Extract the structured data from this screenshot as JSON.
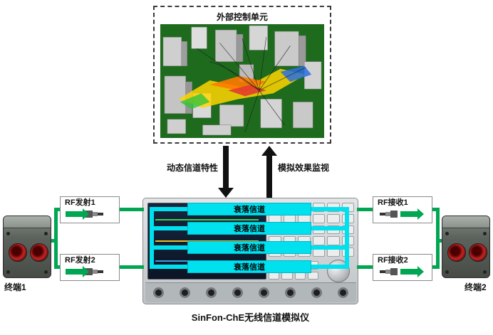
{
  "control_unit": {
    "title": "外部控制单元"
  },
  "links": {
    "down_arrow_label": "动态信道特性",
    "up_arrow_label": "模拟效果监视"
  },
  "emulator": {
    "caption": "SinFon-ChE无线信道模拟仪",
    "channels": [
      {
        "label": "衰落信道"
      },
      {
        "label": "衰落信道"
      },
      {
        "label": "衰落信道"
      },
      {
        "label": "衰落信道"
      }
    ]
  },
  "left_side": {
    "terminal_label": "终端1",
    "ports": [
      {
        "label": "RF发射1"
      },
      {
        "label": "RF发射2"
      }
    ]
  },
  "right_side": {
    "terminal_label": "终端2",
    "ports": [
      {
        "label": "RF接收1"
      },
      {
        "label": "RF接收2"
      }
    ]
  },
  "colors": {
    "channel_cyan": "#00E1F0",
    "link_green": "#00A651",
    "arrow_black": "#111111",
    "city_background_green": "#1E6B1E"
  }
}
